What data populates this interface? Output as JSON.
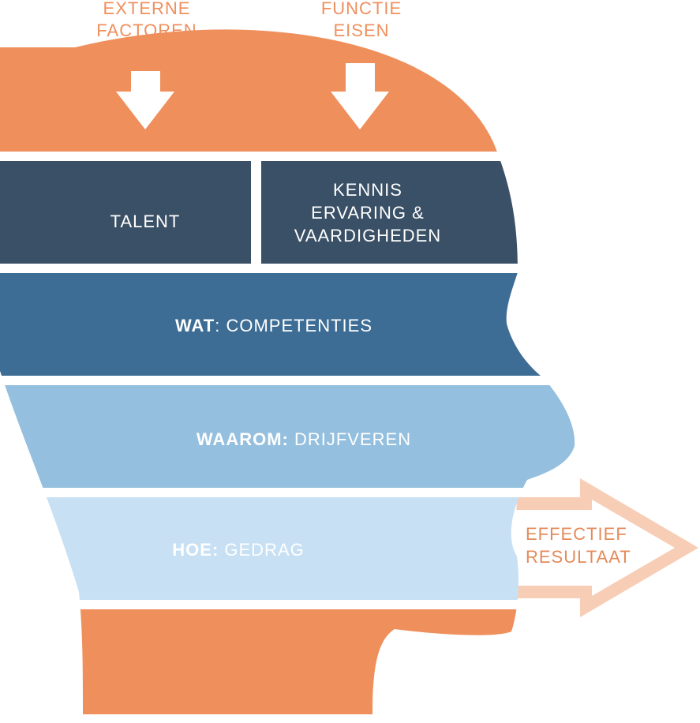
{
  "inputs": {
    "externe": {
      "line1": "EXTERNE",
      "line2": "FACTOREN"
    },
    "functie": {
      "line1": "FUNCTIE",
      "line2": "EISEN"
    }
  },
  "bands": {
    "talent": "TALENT",
    "kennis": {
      "line1": "KENNIS",
      "line2": "ERVARING &",
      "line3": "VAARDIGHEDEN"
    },
    "wat": {
      "key": "WAT",
      "rest": ": COMPETENTIES"
    },
    "waarom": {
      "key": "WAAROM:",
      "rest": " DRIJFVEREN"
    },
    "hoe": {
      "key": "HOE:",
      "rest": " GEDRAG"
    }
  },
  "output": {
    "line1": "EFFECTIEF",
    "line2": "RESULTAAT"
  },
  "colors": {
    "orange": "#EF8F5C",
    "navy": "#3A5066",
    "steel_blue": "#3D6D95",
    "light_blue": "#94BFDE",
    "pale_blue": "#C8E0F4",
    "peach": "#F8CDB6",
    "output_text": "#E58A5A"
  }
}
